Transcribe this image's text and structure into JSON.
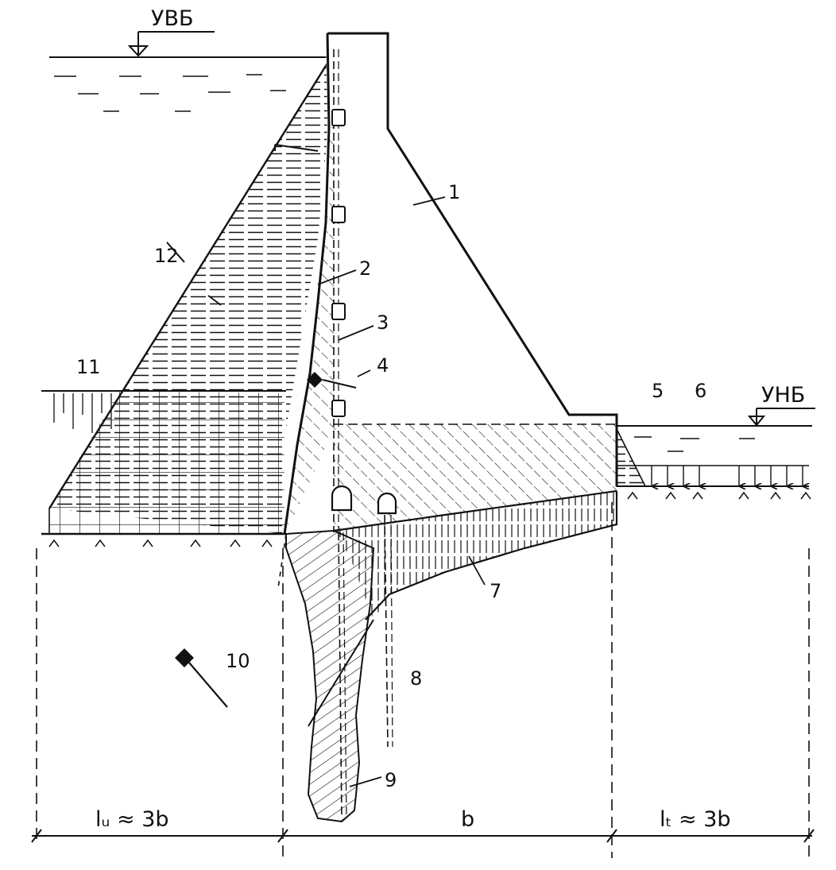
{
  "levels": {
    "upstream": "УВБ",
    "downstream": "УНБ"
  },
  "callouts": [
    "1",
    "2",
    "3",
    "4",
    "5",
    "6",
    "7",
    "8",
    "9",
    "10",
    "11",
    "12"
  ],
  "dimensions": {
    "upstream_length": "lᵤ ≈ 3b",
    "base_width": "b",
    "downstream_length": "lₜ ≈ 3b"
  }
}
